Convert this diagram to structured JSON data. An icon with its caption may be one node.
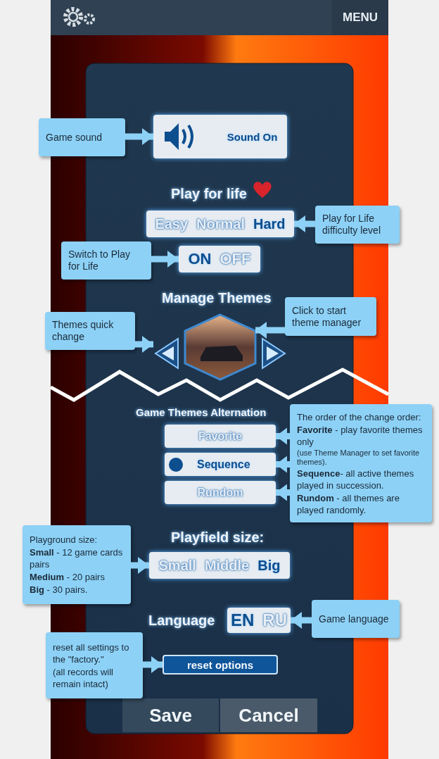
{
  "diagram": {
    "nodes": [
      {
        "text": [
          "Game sound"
        ]
      },
      {
        "text": [
          "Sound On"
        ]
      },
      {
        "text": [
          "Easy",
          "Normal",
          "Hard"
        ]
      },
      {
        "text": [
          "Play for Life difficulty level"
        ]
      },
      {
        "text": [
          "Switch to Play for Life"
        ]
      },
      {
        "text": [
          "ON",
          "OFF"
        ]
      },
      {
        "text": [
          "Themes quick change"
        ]
      },
      {
        "text": [],
        "shape": "triangle"
      },
      {
        "text": [],
        "shape": "picture"
      },
      {
        "text": [],
        "shape": "triangle"
      },
      {
        "text": [
          "Click to start theme manager"
        ]
      },
      {
        "text": [
          "Favorite"
        ]
      },
      {
        "text": [
          "Sequence"
        ]
      },
      {
        "text": [
          "Rundom"
        ]
      },
      {
        "text": [
          "The order of the change order:",
          "**Favorite** - play favorite themes only",
          "(use Theme Manager to set favorite themes).",
          "**Sequence**- all active themes played in succession.",
          "**Rundom** - all themes are played randomly."
        ]
      },
      {
        "text": [
          "Playground size:",
          "**Small** - 12 game cards pairs",
          "**Medium** - 20 pairs",
          "**Big** - 30 pairs."
        ]
      },
      {
        "text": [
          "Small",
          "Middle",
          "Big"
        ]
      },
      {
        "text": [
          "EN",
          "RU"
        ]
      },
      {
        "text": [
          "Game language"
        ]
      },
      {
        "text": [
          "reset all settings to the \"factory.\"",
          "(all records will remain intact)"
        ]
      },
      {
        "text": [
          "reset options"
        ]
      }
    ],
    "edges": [
      {
        "from": 0,
        "to": 1,
        "arrow": "to"
      },
      {
        "from": 3,
        "to": 2,
        "arrow": "to"
      },
      {
        "from": 4,
        "to": 5,
        "arrow": "to"
      },
      {
        "from": 6,
        "to": 7,
        "arrow": "to"
      },
      {
        "from": 10,
        "to": 8,
        "arrow": "to"
      },
      {
        "from": 14,
        "to": 11,
        "arrow": "to"
      },
      {
        "from": 14,
        "to": 12,
        "arrow": "to"
      },
      {
        "from": 14,
        "to": 13,
        "arrow": "to"
      },
      {
        "from": 15,
        "to": 16,
        "arrow": "to"
      },
      {
        "from": 18,
        "to": 17,
        "arrow": "to"
      },
      {
        "from": 19,
        "to": 20,
        "arrow": "to"
      }
    ],
    "labels": [
      "MENU",
      "Play for life",
      "Manage Themes",
      "Game Themes Alternation",
      "Playfield size:",
      "Language",
      "Save",
      "Cancel"
    ]
  }
}
